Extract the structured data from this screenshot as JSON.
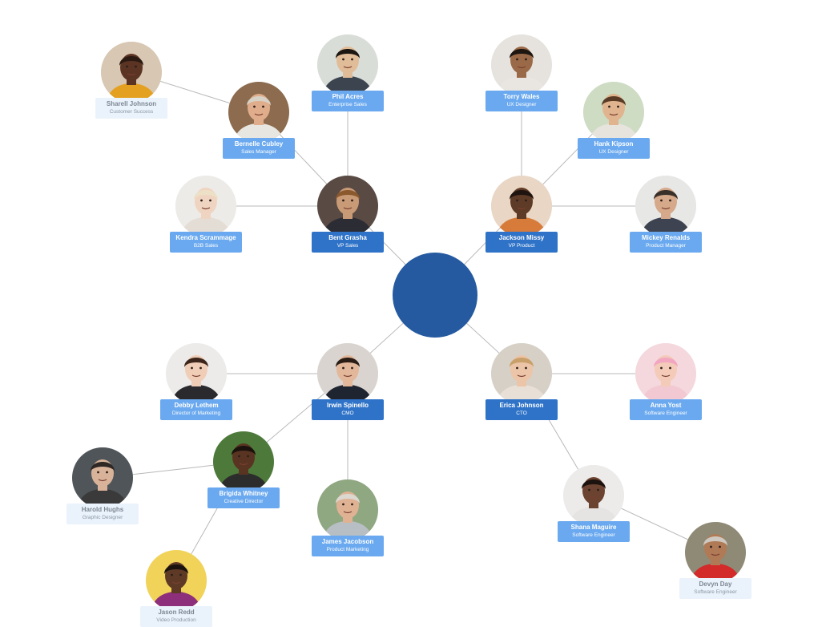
{
  "theme": {
    "hub_color": "#255aa0",
    "level1_label_color": "#2f73c8",
    "level2_label_color": "#6aa9ef",
    "level3_label_color": "#eaf3fc",
    "edge_color": "#b8b8b8"
  },
  "people": [
    {
      "id": "bent",
      "name": "Bent Grasha",
      "role": "VP Sales",
      "level": 1,
      "parent": "hub",
      "skin": "#c99a76",
      "hair": "#8a5a2e",
      "bg": "#5a4a44",
      "shirt": "#2c2c34"
    },
    {
      "id": "jackson",
      "name": "Jackson Missy",
      "role": "VP Product",
      "level": 1,
      "parent": "hub",
      "skin": "#5e3b26",
      "hair": "#1f1410",
      "bg": "#e9d6c4",
      "shirt": "#d77b3b"
    },
    {
      "id": "irwin",
      "name": "Irwin Spinello",
      "role": "CMO",
      "level": 1,
      "parent": "hub",
      "skin": "#e2b79a",
      "hair": "#2a1d16",
      "bg": "#d9d4cf",
      "shirt": "#1e2430"
    },
    {
      "id": "erica",
      "name": "Erica Johnson",
      "role": "CTO",
      "level": 1,
      "parent": "hub",
      "skin": "#ecc5a8",
      "hair": "#c9a06a",
      "bg": "#d6d0c6",
      "shirt": "#e8e0d6"
    },
    {
      "id": "phil",
      "name": "Phil Acres",
      "role": "Enterprise Sales",
      "level": 2,
      "parent": "bent",
      "skin": "#e1bc98",
      "hair": "#1c1612",
      "bg": "#d9ddd8",
      "shirt": "#3c4450"
    },
    {
      "id": "bernelle",
      "name": "Bernelle Cubley",
      "role": "Sales Manager",
      "level": 2,
      "parent": "bent",
      "skin": "#e0ad8c",
      "hair": "#d8d2c6",
      "bg": "#8c6b4e",
      "shirt": "#e8e6e0"
    },
    {
      "id": "kendra",
      "name": "Kendra Scrammage",
      "role": "B2B Sales",
      "level": 2,
      "parent": "bent",
      "skin": "#f0d4c2",
      "hair": "#ece1c6",
      "bg": "#ecebe7",
      "shirt": "#e4ddd6"
    },
    {
      "id": "sharell",
      "name": "Sharell Johnson",
      "role": "Customer Success",
      "level": 3,
      "parent": "bernelle",
      "skin": "#5b3424",
      "hair": "#2a1a12",
      "bg": "#d8c7b2",
      "shirt": "#e4a020"
    },
    {
      "id": "torry",
      "name": "Torry Wales",
      "role": "UX Designer",
      "level": 2,
      "parent": "jackson",
      "skin": "#9a6a48",
      "hair": "#1e1611",
      "bg": "#e6e3df",
      "shirt": "#e9e6e2"
    },
    {
      "id": "hank",
      "name": "Hank Kipson",
      "role": "UX Designer",
      "level": 2,
      "parent": "jackson",
      "skin": "#e0b48e",
      "hair": "#5a3c26",
      "bg": "#cddcc3",
      "shirt": "#e7e3dd"
    },
    {
      "id": "mickey",
      "name": "Mickey Renalds",
      "role": "Product Manager",
      "level": 2,
      "parent": "jackson",
      "skin": "#d5a98a",
      "hair": "#3a302a",
      "bg": "#e7e7e6",
      "shirt": "#3d4350"
    },
    {
      "id": "debby",
      "name": "Debby Lethem",
      "role": "Director of Marketing",
      "level": 2,
      "parent": "irwin",
      "skin": "#f0cdb6",
      "hair": "#3c261b",
      "bg": "#ecebea",
      "shirt": "#2a2a2e"
    },
    {
      "id": "brigida",
      "name": "Brigida Whitney",
      "role": "Creative Director",
      "level": 2,
      "parent": "irwin",
      "skin": "#5a3422",
      "hair": "#1b120d",
      "bg": "#4d7a3a",
      "shirt": "#2c2c2c"
    },
    {
      "id": "james",
      "name": "James Jacobson",
      "role": "Product Marketing",
      "level": 2,
      "parent": "irwin",
      "skin": "#e0b294",
      "hair": "#dcd8d0",
      "bg": "#8fa882",
      "shirt": "#b8bfc4"
    },
    {
      "id": "harold",
      "name": "Harold Hughs",
      "role": "Graphic Designer",
      "level": 3,
      "parent": "brigida",
      "skin": "#d8b39a",
      "hair": "#2e2724",
      "bg": "#4f5559",
      "shirt": "#3a3a3a"
    },
    {
      "id": "jason",
      "name": "Jason Redd",
      "role": "Video Production",
      "level": 3,
      "parent": "brigida",
      "skin": "#5e3a26",
      "hair": "#1a120e",
      "bg": "#f1d35a",
      "shirt": "#8e2f7c"
    },
    {
      "id": "anna",
      "name": "Anna Yost",
      "role": "Software Engineer",
      "level": 2,
      "parent": "erica",
      "skin": "#f3cbb8",
      "hair": "#f2a6c0",
      "bg": "#f4d8de",
      "shirt": "#f2c9d2"
    },
    {
      "id": "shana",
      "name": "Shana Maguire",
      "role": "Software Engineer",
      "level": 2,
      "parent": "erica",
      "skin": "#6c4330",
      "hair": "#1c130f",
      "bg": "#ecebea",
      "shirt": "#e6e4e2"
    },
    {
      "id": "devyn",
      "name": "Devyn Day",
      "role": "Software Engineer",
      "level": 3,
      "parent": "shana",
      "skin": "#b07a56",
      "hair": "#cfc8c0",
      "bg": "#8f8a76",
      "shirt": "#d32a2a"
    }
  ]
}
